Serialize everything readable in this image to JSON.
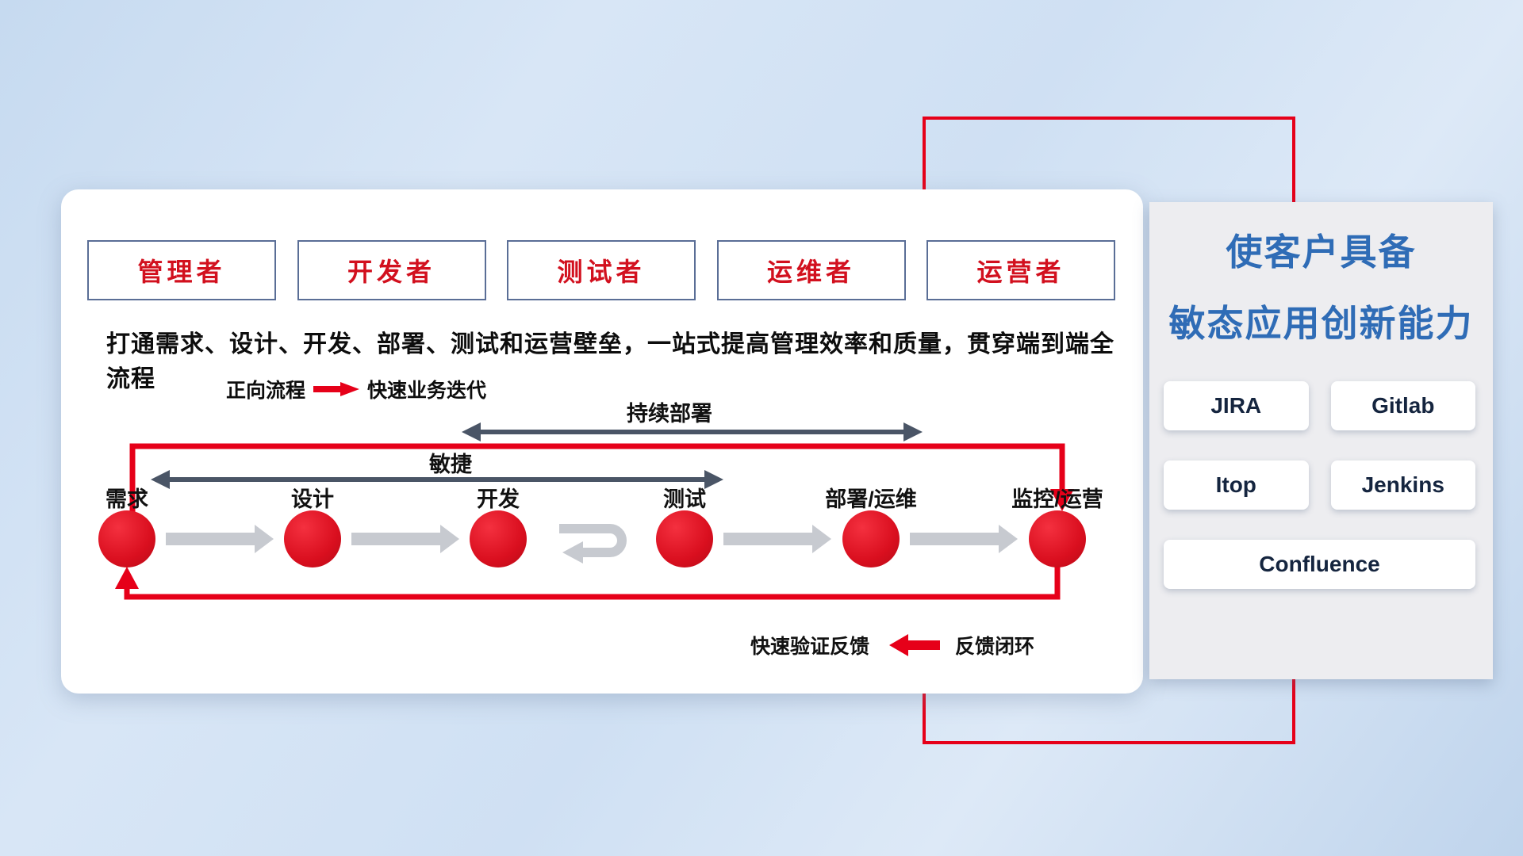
{
  "panel": {
    "roles": [
      {
        "label": "管理者"
      },
      {
        "label": "开发者"
      },
      {
        "label": "测试者"
      },
      {
        "label": "运维者"
      },
      {
        "label": "运营者"
      }
    ],
    "slogan": "打通需求、设计、开发、部署、测试和运营壁垒，一站式提高管理效率和质量，贯穿端到端全流程",
    "forward_legend": {
      "label": "正向流程",
      "desc": "快速业务迭代"
    },
    "cd_label": "持续部署",
    "agile_label": "敏捷",
    "nodes": [
      "需求",
      "设计",
      "开发",
      "测试",
      "部署/运维",
      "监控/运营"
    ],
    "feedback_legend": {
      "label": "快速验证反馈",
      "desc": "反馈闭环"
    }
  },
  "side": {
    "title_line1": "使客户具备",
    "title_line2": "敏态应用创新能力",
    "tools": [
      "JIRA",
      "Gitlab",
      "Itop",
      "Jenkins",
      "Confluence"
    ]
  },
  "colors": {
    "accent_red": "#e60019",
    "role_text_red": "#d2101e",
    "title_blue": "#2f6cb6",
    "dark_arrow": "#4a5566",
    "gray_arrow": "#c7cad0"
  }
}
